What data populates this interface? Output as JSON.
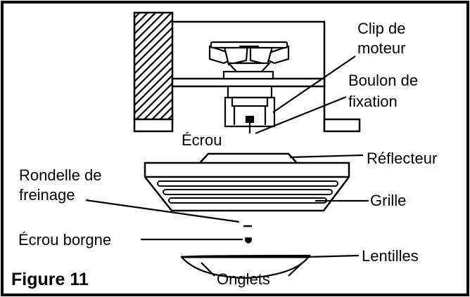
{
  "figure": {
    "title": "Figure 11",
    "labels": {
      "clip_line1": "Clip de",
      "clip_line2": "moteur",
      "boulon_line1": "Boulon de",
      "boulon_line2": "fixation",
      "ecrou": "Écrou",
      "reflecteur": "Réflecteur",
      "rondelle_line1": "Rondelle de",
      "rondelle_line2": "freinage",
      "grille": "Grille",
      "ecrou_borgne": "Écrou borgne",
      "lentilles": "Lentilles",
      "onglets": "Onglets"
    }
  }
}
